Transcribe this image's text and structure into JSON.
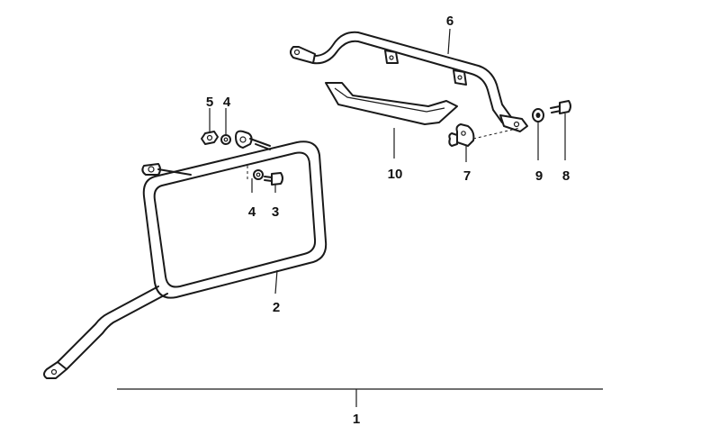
{
  "callouts": {
    "c1": "1",
    "c2": "2",
    "c3": "3",
    "c4a": "4",
    "c4b": "4",
    "c5": "5",
    "c6": "6",
    "c7": "7",
    "c8": "8",
    "c9": "9",
    "c10": "10"
  },
  "colors": {
    "line": "#1a1a1a",
    "background": "#ffffff"
  }
}
